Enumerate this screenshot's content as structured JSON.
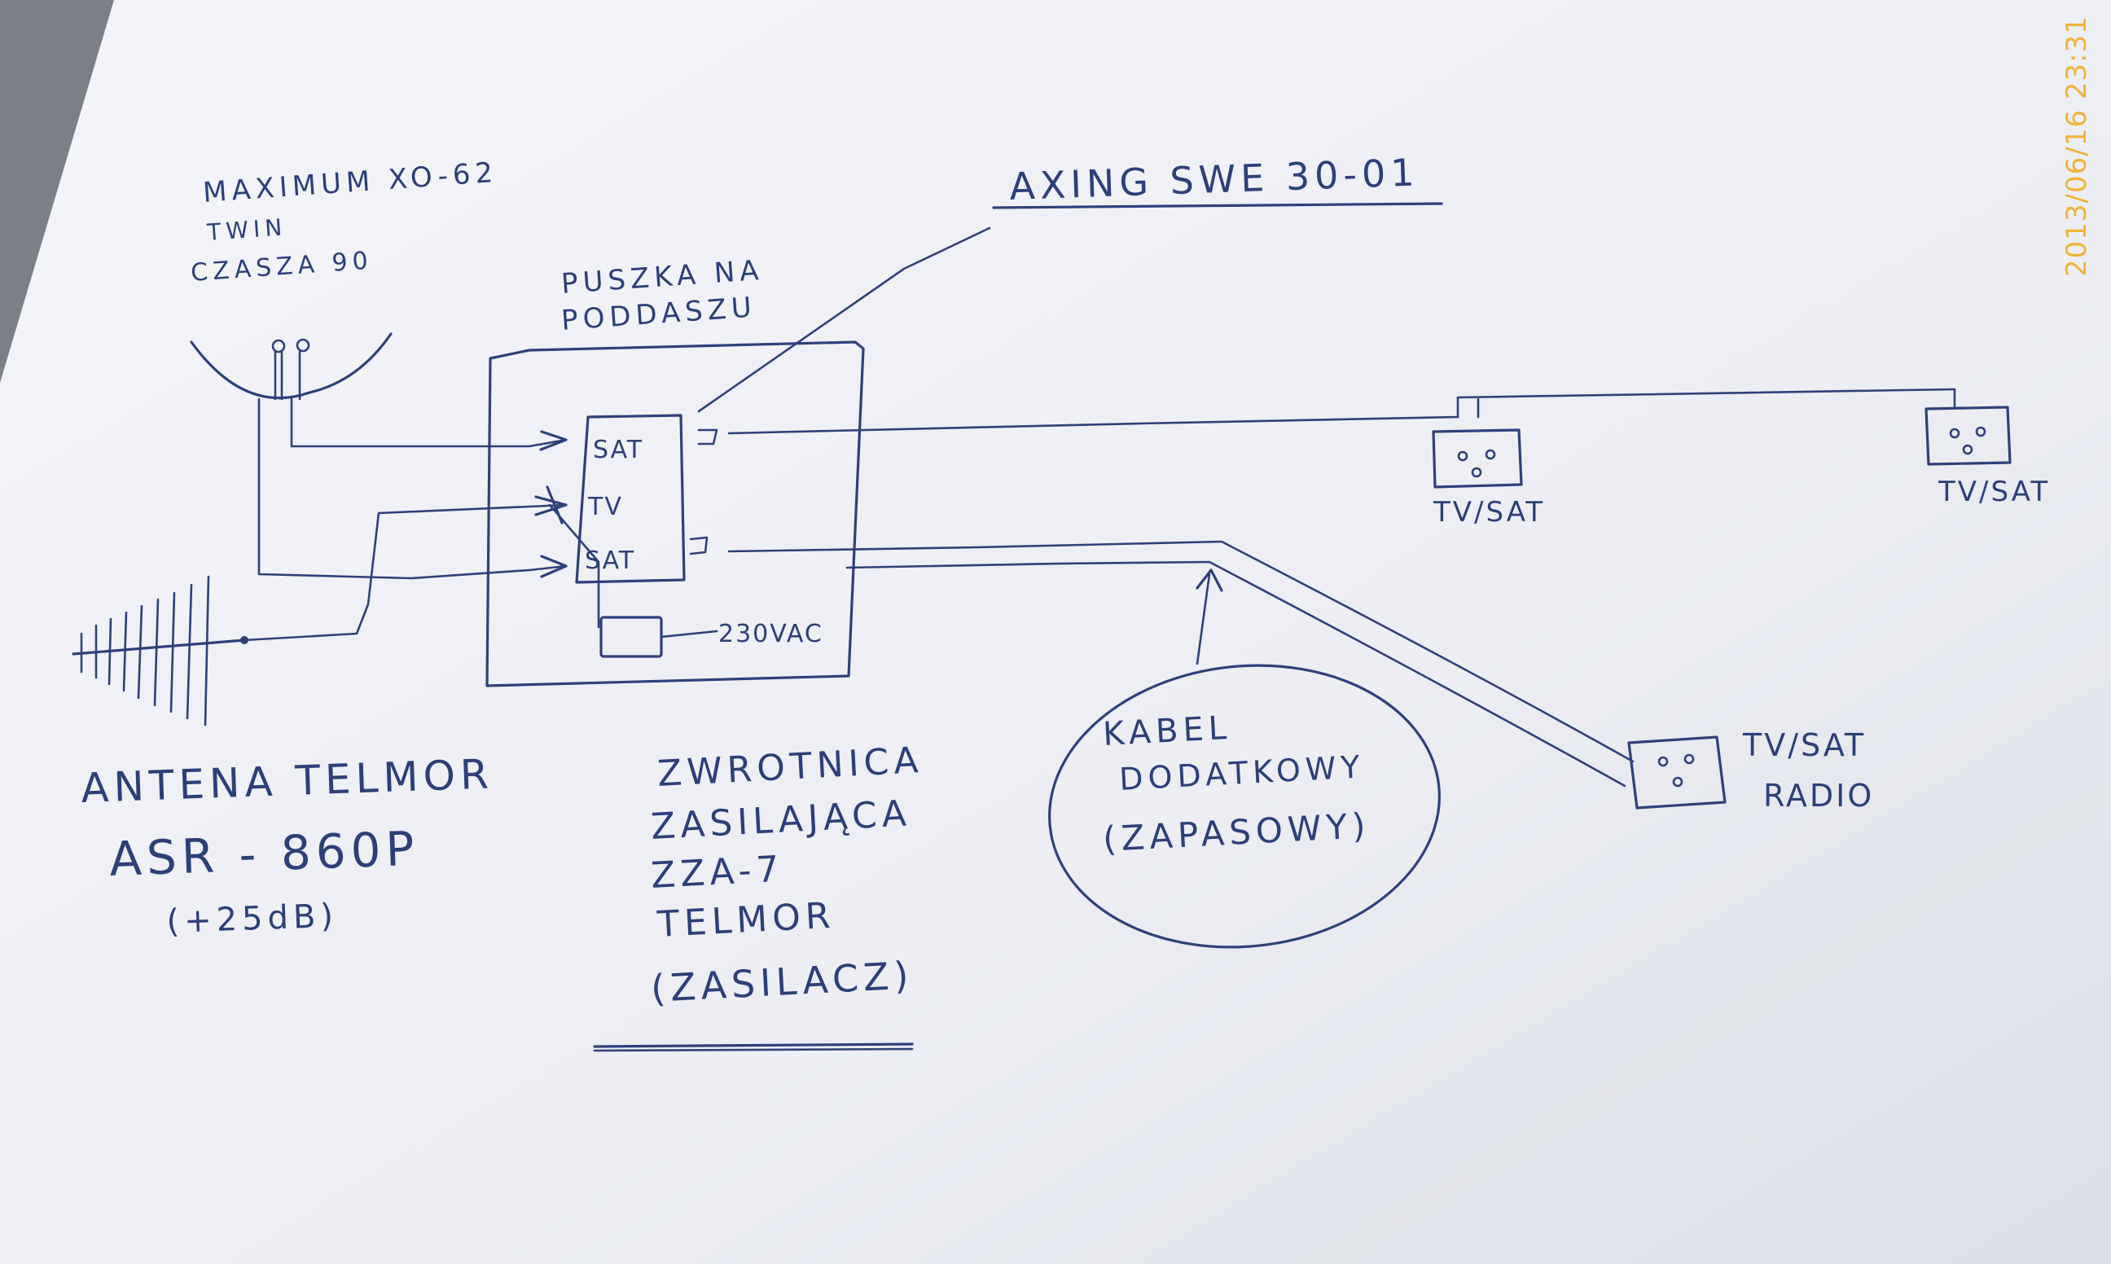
{
  "timestamp": "2013/06/16 23:31",
  "dish": {
    "model": "MAXIMUM XO-62",
    "type": "TWIN",
    "size": "CZASZA 90"
  },
  "splitter": {
    "title": "AXING SWE 30-01"
  },
  "attic_box": {
    "line1": "PUSZKA NA",
    "line2": "PODDASZU",
    "port_sat_top": "SAT",
    "port_tv": "TV",
    "port_sat_bottom": "SAT",
    "mains": "230VAC"
  },
  "antenna": {
    "line1": "ANTENA TELMOR",
    "line2": "ASR - 860P",
    "gain": "(+25dB)"
  },
  "power_unit": {
    "line1": "ZWROTNICA",
    "line2": "ZASILAJĄCA",
    "line3": "ZZA-7",
    "line4": "TELMOR",
    "line5": "(ZASILACZ)"
  },
  "extra_cable": {
    "line1": "KABEL",
    "line2": "DODATKOWY",
    "line3": "(ZAPASOWY)"
  },
  "sockets": {
    "socket1": "TV/SAT",
    "socket2": "TV/SAT",
    "socket3_line1": "TV/SAT",
    "socket3_line2": "RADIO"
  },
  "colors": {
    "ink": "#2f4079",
    "paper": "#f1f2f6",
    "timestamp": "#f2b23a"
  }
}
